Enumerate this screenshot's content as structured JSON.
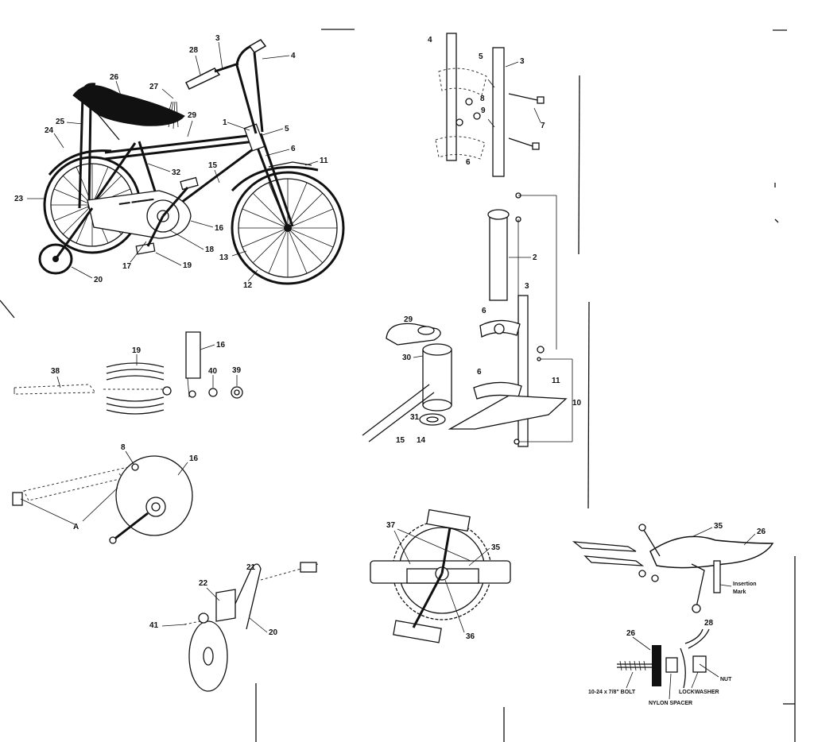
{
  "callouts": {
    "c1": "1",
    "c2": "2",
    "c3": "3",
    "c4": "4",
    "c5": "5",
    "c6": "6",
    "c7": "7",
    "c8": "8",
    "c9": "9",
    "c10": "10",
    "c11": "11",
    "c12": "12",
    "c13": "13",
    "c14": "14",
    "c15": "15",
    "c16": "16",
    "c17": "17",
    "c18": "18",
    "c19": "19",
    "c20": "20",
    "c21": "21",
    "c22": "22",
    "c23": "23",
    "c24": "24",
    "c25": "25",
    "c26": "26",
    "c27": "27",
    "c28": "28",
    "c29": "29",
    "c30": "30",
    "c31": "31",
    "c32": "32",
    "c35": "35",
    "c36": "36",
    "c37": "37",
    "c38": "38",
    "c39": "39",
    "c40": "40",
    "c41": "41",
    "cA": "A"
  },
  "labels": {
    "insertion_mark": [
      "Insertion",
      "Mark"
    ],
    "bolt": "10-24 x 7/8\" BOLT",
    "nylon_spacer": "NYLON SPACER",
    "lockwasher": "LOCKWASHER",
    "nut": "NUT"
  }
}
